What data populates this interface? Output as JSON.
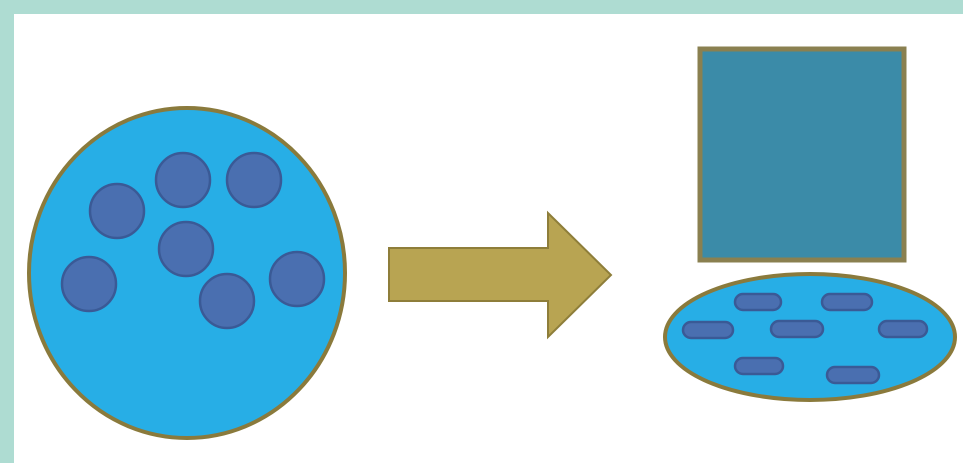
{
  "colors": {
    "frame_border": "#aedcd2",
    "background": "#ffffff",
    "cell_fill": "#27aee6",
    "cell_outline": "#8a7a3c",
    "granule_fill": "#4a6fb0",
    "granule_outline": "#3a5a96",
    "arrow_fill": "#b8a452",
    "arrow_outline": "#8e7e3a",
    "square_fill": "#3b8ba8",
    "square_outline": "#8a8050"
  },
  "diagram": {
    "left_cell": {
      "shape": "round-cell",
      "granule_count": 7
    },
    "arrow": {
      "direction": "right"
    },
    "right_result": {
      "top_shape": "square",
      "bottom_cell": {
        "shape": "ellipse-cell",
        "granule_count": 7
      }
    }
  }
}
